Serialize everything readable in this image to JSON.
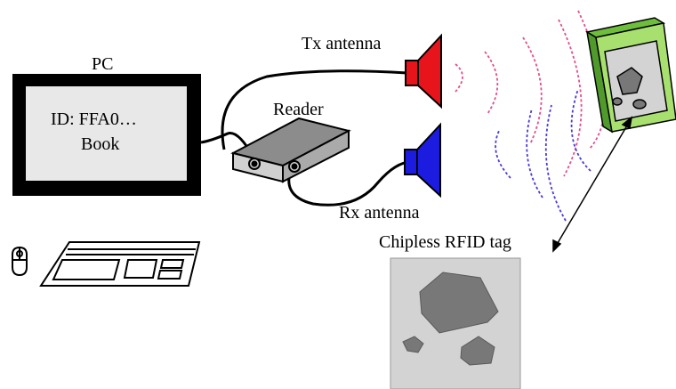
{
  "labels": {
    "pc": "PC",
    "screen_line1": "ID: FFA0…",
    "screen_line2": "Book",
    "reader": "Reader",
    "tx_antenna": "Tx antenna",
    "rx_antenna": "Rx antenna",
    "tag": "Chipless RFID tag"
  },
  "colors": {
    "tx_antenna": "#e8141c",
    "rx_antenna": "#1c1ce0",
    "tx_waves": "#e0508a",
    "rx_waves": "#4a3ad8",
    "book_spine": "#6ebe3c",
    "book_cover": "#a8e070",
    "reader_body": "#8c8c8c",
    "tag_background": "#d3d3d3",
    "tag_patch": "#787878"
  }
}
